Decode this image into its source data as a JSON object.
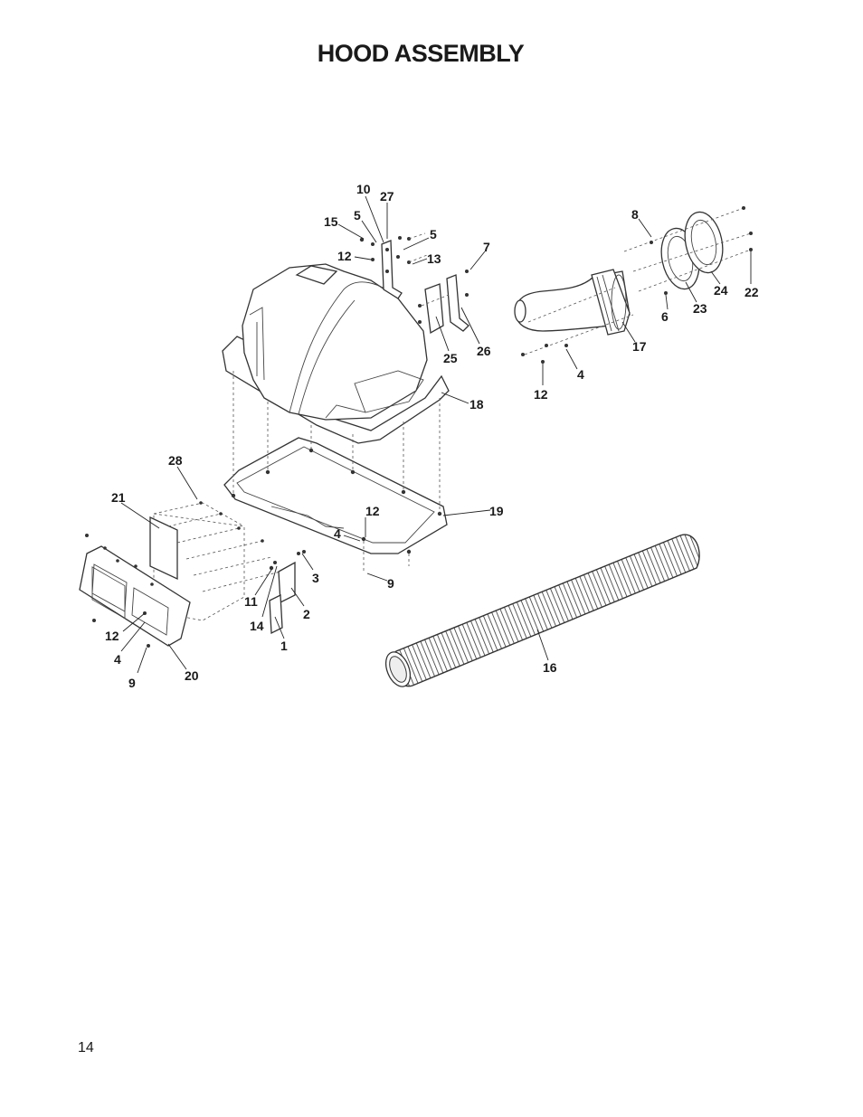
{
  "title": "HOOD ASSEMBLY",
  "page_number": "14",
  "callouts": [
    {
      "id": "c10",
      "label": "10"
    },
    {
      "id": "c27",
      "label": "27"
    },
    {
      "id": "c15",
      "label": "15"
    },
    {
      "id": "c5a",
      "label": "5"
    },
    {
      "id": "c5b",
      "label": "5"
    },
    {
      "id": "c12a",
      "label": "12"
    },
    {
      "id": "c13",
      "label": "13"
    },
    {
      "id": "c7",
      "label": "7"
    },
    {
      "id": "c25",
      "label": "25"
    },
    {
      "id": "c26",
      "label": "26"
    },
    {
      "id": "c18",
      "label": "18"
    },
    {
      "id": "c8",
      "label": "8"
    },
    {
      "id": "c24",
      "label": "24"
    },
    {
      "id": "c22",
      "label": "22"
    },
    {
      "id": "c23",
      "label": "23"
    },
    {
      "id": "c6",
      "label": "6"
    },
    {
      "id": "c17",
      "label": "17"
    },
    {
      "id": "c4a",
      "label": "4"
    },
    {
      "id": "c12b",
      "label": "12"
    },
    {
      "id": "c28",
      "label": "28"
    },
    {
      "id": "c21",
      "label": "21"
    },
    {
      "id": "c12c",
      "label": "12"
    },
    {
      "id": "c19",
      "label": "19"
    },
    {
      "id": "c4b",
      "label": "4"
    },
    {
      "id": "c3",
      "label": "3"
    },
    {
      "id": "c9a",
      "label": "9"
    },
    {
      "id": "c11",
      "label": "11"
    },
    {
      "id": "c2",
      "label": "2"
    },
    {
      "id": "c14",
      "label": "14"
    },
    {
      "id": "c1",
      "label": "1"
    },
    {
      "id": "c12d",
      "label": "12"
    },
    {
      "id": "c4c",
      "label": "4"
    },
    {
      "id": "c20",
      "label": "20"
    },
    {
      "id": "c9b",
      "label": "9"
    },
    {
      "id": "c16",
      "label": "16"
    }
  ]
}
